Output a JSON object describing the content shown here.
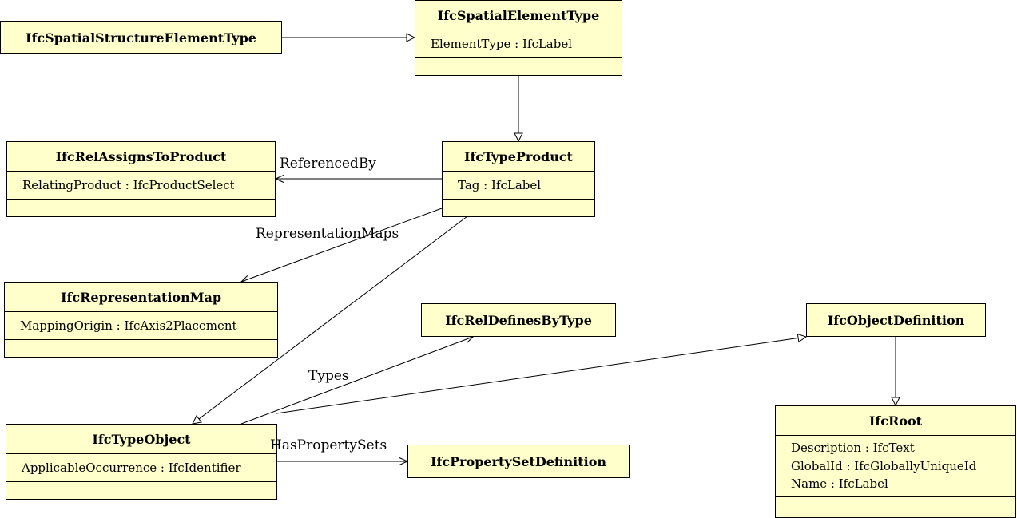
{
  "classes": {
    "spatial_structure_element_type": {
      "name": "IfcSpatialStructureElementType"
    },
    "spatial_element_type": {
      "name": "IfcSpatialElementType",
      "attributes": [
        "ElementType : IfcLabel"
      ]
    },
    "rel_assigns_to_product": {
      "name": "IfcRelAssignsToProduct",
      "attributes": [
        "RelatingProduct : IfcProductSelect"
      ]
    },
    "type_product": {
      "name": "IfcTypeProduct",
      "attributes": [
        "Tag : IfcLabel"
      ]
    },
    "representation_map": {
      "name": "IfcRepresentationMap",
      "attributes": [
        "MappingOrigin : IfcAxis2Placement"
      ]
    },
    "rel_defines_by_type": {
      "name": "IfcRelDefinesByType"
    },
    "object_definition": {
      "name": "IfcObjectDefinition"
    },
    "type_object": {
      "name": "IfcTypeObject",
      "attributes": [
        "ApplicableOccurrence : IfcIdentifier"
      ]
    },
    "property_set_definition": {
      "name": "IfcPropertySetDefinition"
    },
    "root": {
      "name": "IfcRoot",
      "attributes": [
        "Description : IfcText",
        "GlobalId : IfcGloballyUniqueId",
        "Name : IfcLabel"
      ]
    }
  },
  "associations": {
    "referenced_by": "ReferencedBy",
    "representation_maps": "RepresentationMaps",
    "types": "Types",
    "has_property_sets": "HasPropertySets"
  },
  "colors": {
    "class_fill": "#ffffcc",
    "line": "#000000"
  }
}
